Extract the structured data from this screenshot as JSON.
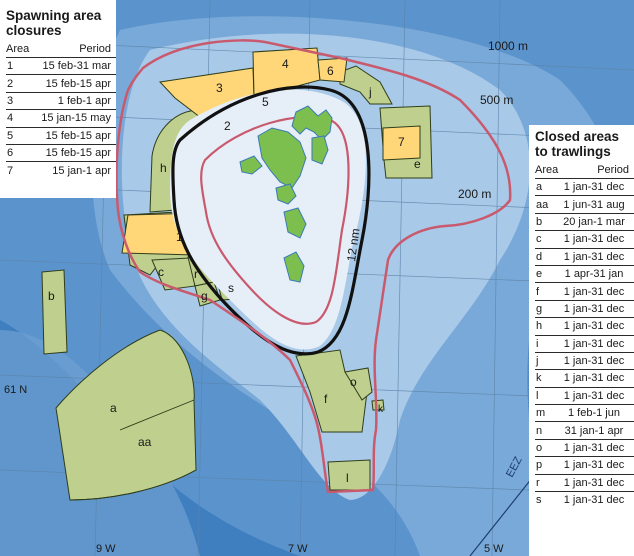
{
  "spawning_legend": {
    "title_line1": "Spawning area",
    "title_line2": "closures",
    "col_area": "Area",
    "col_period": "Period",
    "rows": [
      {
        "area": "1",
        "period": "15 feb-31 mar"
      },
      {
        "area": "2",
        "period": "15 feb-15 apr"
      },
      {
        "area": "3",
        "period": "1 feb-1 apr"
      },
      {
        "area": "4",
        "period": "15 jan-15 may"
      },
      {
        "area": "5",
        "period": "15 feb-15 apr"
      },
      {
        "area": "6",
        "period": "15 feb-15 apr"
      },
      {
        "area": "7",
        "period": "15 jan-1 apr"
      }
    ]
  },
  "closed_legend": {
    "title_line1": "Closed areas",
    "title_line2": "to trawlings",
    "col_area": "Area",
    "col_period": "Period",
    "rows": [
      {
        "area": "a",
        "period": "1 jan-31 dec"
      },
      {
        "area": "aa",
        "period": "1 jun-31 aug"
      },
      {
        "area": "b",
        "period": "20 jan-1 mar"
      },
      {
        "area": "c",
        "period": "1 jan-31 dec"
      },
      {
        "area": "d",
        "period": "1 jan-31 dec"
      },
      {
        "area": "e",
        "period": "1 apr-31 jan"
      },
      {
        "area": "f",
        "period": "1 jan-31 dec"
      },
      {
        "area": "g",
        "period": "1 jan-31 dec"
      },
      {
        "area": "h",
        "period": "1 jan-31 dec"
      },
      {
        "area": "i",
        "period": "1 jan-31 dec"
      },
      {
        "area": "j",
        "period": "1 jan-31 dec"
      },
      {
        "area": "k",
        "period": "1 jan-31 dec"
      },
      {
        "area": "l",
        "period": "1 jan-31 dec"
      },
      {
        "area": "m",
        "period": "1 feb-1 jun"
      },
      {
        "area": "n",
        "period": "31 jan-1 apr"
      },
      {
        "area": "o",
        "period": "1 jan-31 dec"
      },
      {
        "area": "p",
        "period": "1 jan-31 dec"
      },
      {
        "area": "r",
        "period": "1 jan-31 dec"
      },
      {
        "area": "s",
        "period": "1 jan-31 dec"
      }
    ]
  },
  "map": {
    "depth_labels": {
      "d1000": "1000 m",
      "d500": "500 m",
      "d200": "200 m"
    },
    "boundary_label": "12 nm",
    "eez_label": "EEZ",
    "lat_label": "61 N",
    "lon_labels": {
      "w9": "9 W",
      "w7": "7 W",
      "w5": "5 W"
    },
    "area_labels": {
      "s1": "1",
      "s2": "2",
      "s3": "3",
      "s4": "4",
      "s5": "5",
      "s6": "6",
      "s7": "7",
      "a": "a",
      "aa": "aa",
      "b": "b",
      "c": "c",
      "e": "e",
      "f": "f",
      "g": "g",
      "h": "h",
      "j": "j",
      "k": "k",
      "l": "l",
      "o": "o",
      "r": "r",
      "s": "s"
    },
    "colors": {
      "deep_sea": "#3f7fc0",
      "mid_sea": "#6a9fd3",
      "shelf_sea": "#a9c9e8",
      "inner_sea": "#e6eef8",
      "land": "#7cbf4e",
      "trawl_closed": "#bfcf8e",
      "spawning_closed": "#ffd779",
      "boundary_12nm": "#111111",
      "outer_line": "#c95a6e",
      "grid": "#5c84aa"
    }
  }
}
